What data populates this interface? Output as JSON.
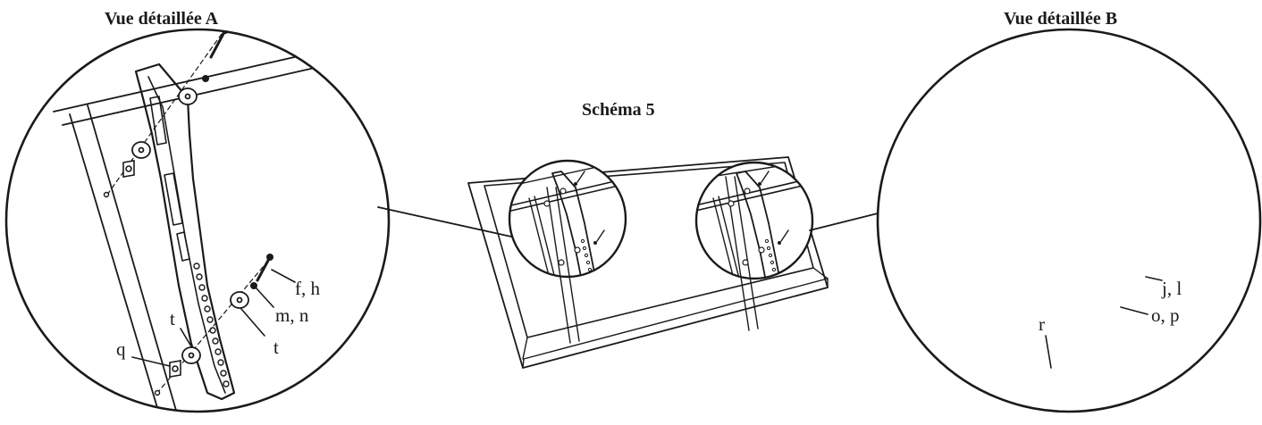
{
  "titles": {
    "detail_a": "Vue détaillée A",
    "detail_b": "Vue détaillée B",
    "figure": "Schéma 5"
  },
  "labels_a": {
    "f_h": "f, h",
    "m_n": "m, n",
    "t_lower": "t",
    "t_upper": "t",
    "q": "q"
  },
  "labels_b": {
    "j_l": "j, l",
    "o_p": "o, p",
    "r": "r"
  }
}
